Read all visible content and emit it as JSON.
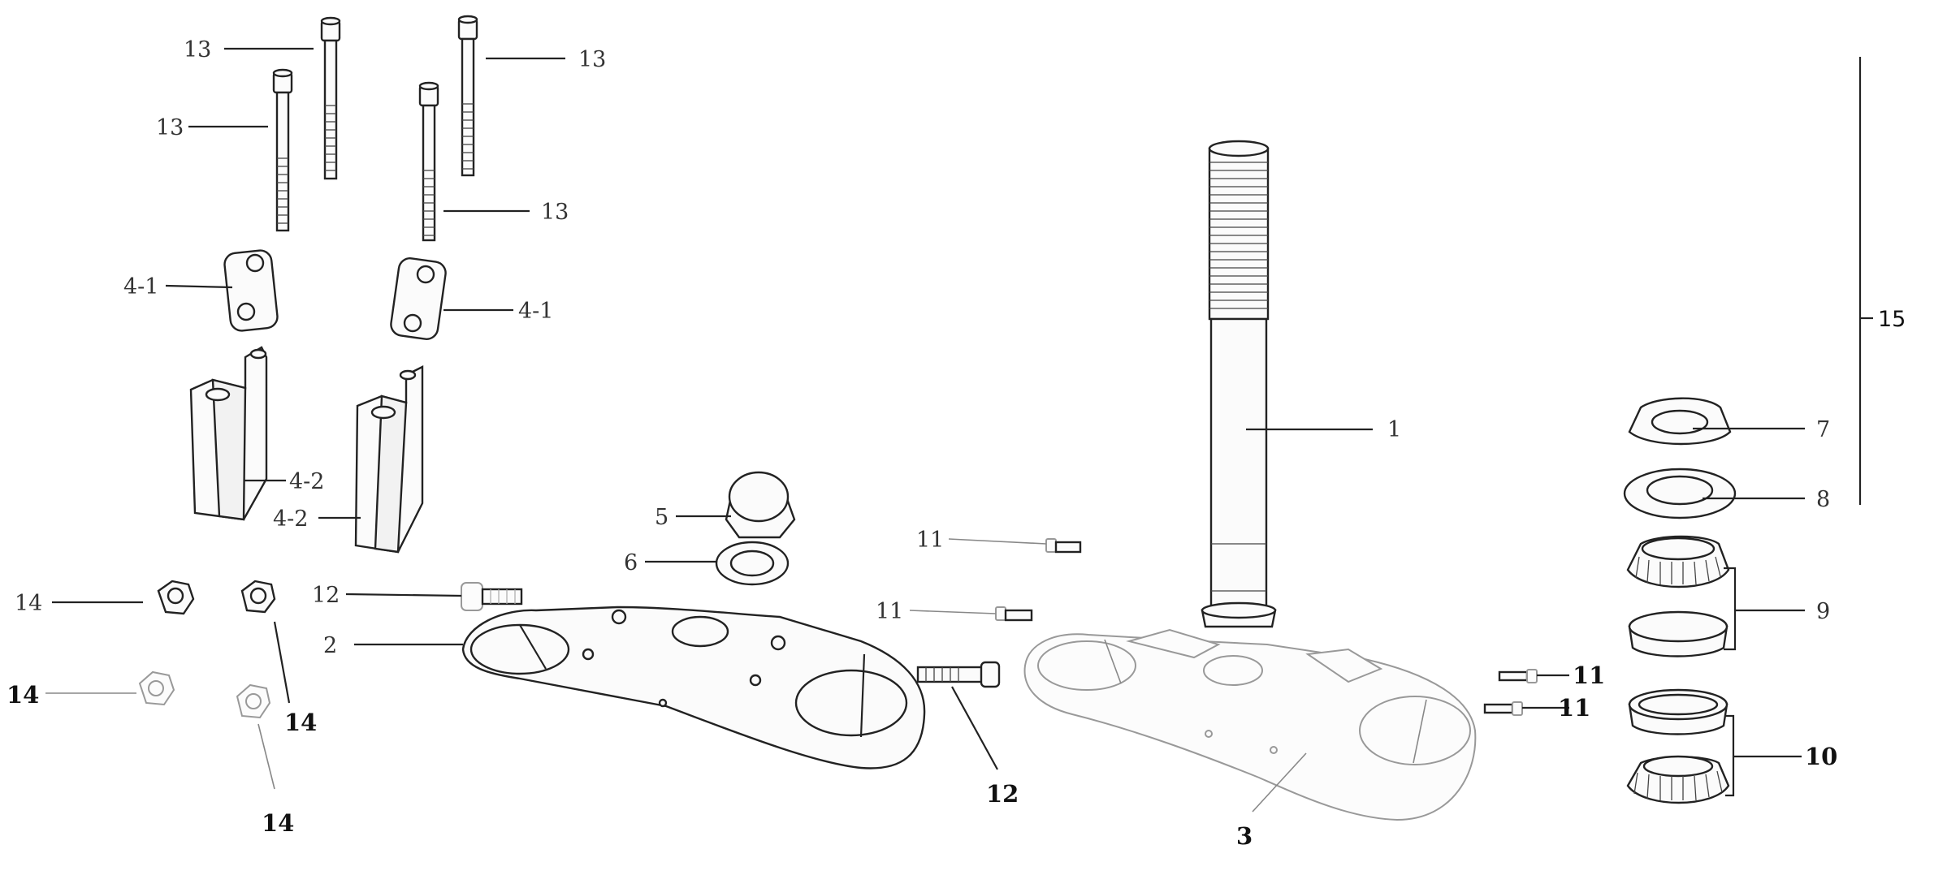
{
  "colors": {
    "line_dark": "#222222",
    "line_light": "#999999",
    "text": "#333333",
    "background": "#ffffff"
  },
  "labels": {
    "l13_a": "13",
    "l13_b": "13",
    "l13_c": "13",
    "l13_d": "13",
    "l4_1_a": "4-1",
    "l4_1_b": "4-1",
    "l4_2_a": "4-2",
    "l4_2_b": "4-2",
    "l5": "5",
    "l6": "6",
    "l1": "1",
    "l11_a": "11",
    "l11_b": "11",
    "l11_c": "11",
    "l11_d": "11",
    "l12_a": "12",
    "l12_b": "12",
    "l2": "2",
    "l3": "3",
    "l14_a": "14",
    "l14_b": "14",
    "l14_c": "14",
    "l14_d": "14",
    "l7": "7",
    "l8": "8",
    "l9": "9",
    "l10": "10",
    "l15": "15"
  }
}
